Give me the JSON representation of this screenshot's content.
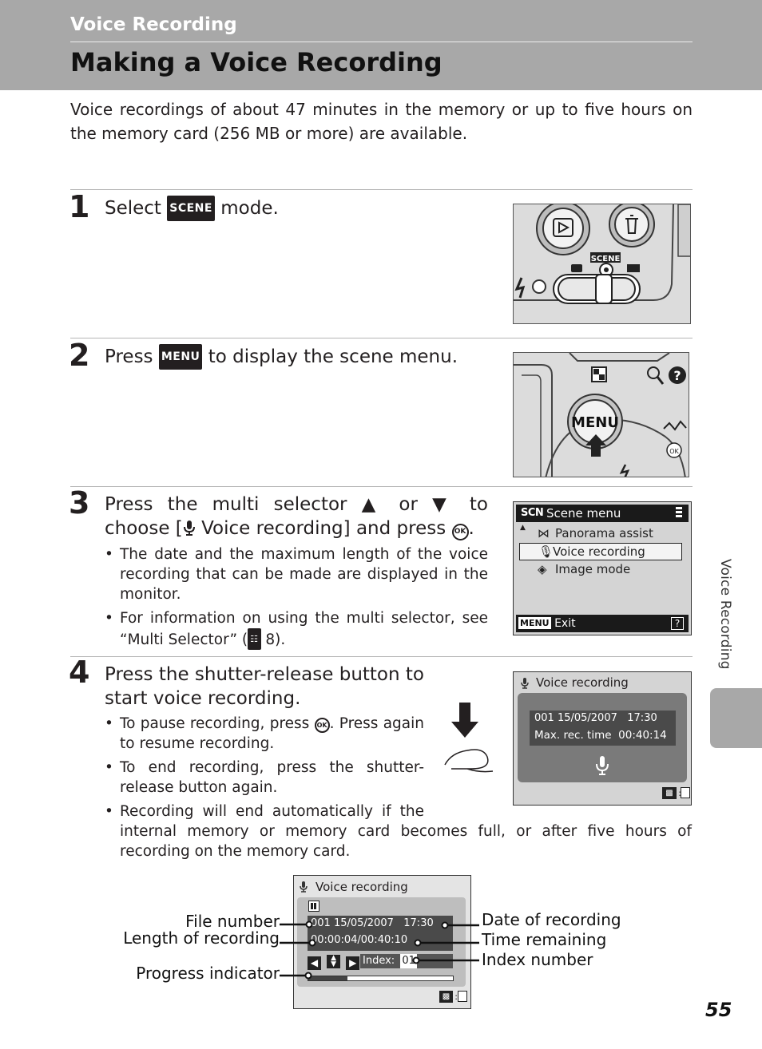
{
  "header": {
    "section": "Voice Recording",
    "title": "Making a Voice Recording"
  },
  "intro": "Voice recordings of about 47 minutes in the memory or up to five hours on the memory card (256 MB or more) are available.",
  "steps": [
    {
      "number": "1",
      "text_before": "Select ",
      "glyph": "SCENE",
      "text_after": " mode."
    },
    {
      "number": "2",
      "text_before": "Press ",
      "glyph": "MENU",
      "text_after": " to display the scene menu."
    },
    {
      "number": "3",
      "line1": "Press the multi selector ▲ or ▼ to",
      "line2_before": "choose [",
      "line2_mid": " Voice recording] and press ",
      "line2_after": ".",
      "bullets": [
        "The date and the maximum length of the voice recording that can be made are displayed in the monitor.",
        "For information on using the multi selector, see “Multi Selector” (",
        " 8)."
      ]
    },
    {
      "number": "4",
      "text": "Press the shutter-release button to start voice recording.",
      "bullets": [
        "To pause recording, press ",
        ". Press again to resume recording.",
        "To end recording, press the shutter-release button again.",
        "Recording will end automatically if the",
        "internal memory or memory card becomes full, or after five hours of recording on the memory card."
      ]
    }
  ],
  "glyph_labels": {
    "ok": "OK",
    "ref": "8"
  },
  "camera_labels": {
    "scene_dial": "SCENE",
    "menu_button": "MENU",
    "ok_small": "OK"
  },
  "scene_menu": {
    "badge": "SCN",
    "title": "Scene menu",
    "items": [
      "Panorama assist",
      "Voice recording",
      "Image mode"
    ],
    "footer_menu": "MENU",
    "footer_exit": "Exit",
    "help": "?"
  },
  "voice_screen_1": {
    "title": "Voice recording",
    "line1": "001 15/05/2007   17:30",
    "line2": "Max. rec. time  00:40:14"
  },
  "voice_screen_2": {
    "title": "Voice recording",
    "line1": "001 15/05/2007   17:30",
    "line2": "00:00:04/00:40:10",
    "index_label": "Index:",
    "index_value": "01",
    "progress": 0.27
  },
  "callouts": {
    "file_number": "File number",
    "length_of_recording": "Length of recording",
    "progress_indicator": "Progress indicator",
    "date_of_recording": "Date of recording",
    "time_remaining": "Time remaining",
    "index_number": "Index number"
  },
  "side_tab": "Voice Recording",
  "page_number": "55",
  "colors": {
    "header_bg": "#a8a8a8",
    "screen_bg": "#d4d4d4",
    "screen_dark": "#7a7a7a"
  }
}
